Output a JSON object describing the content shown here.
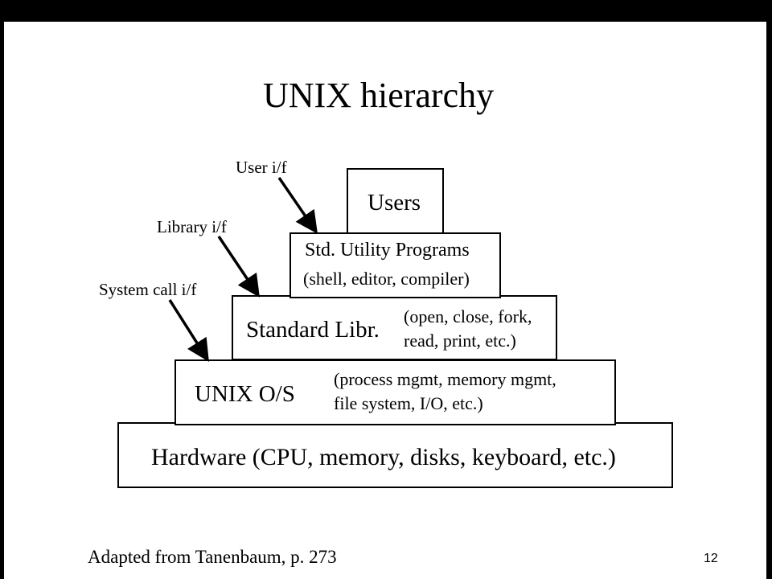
{
  "slide": {
    "title": "UNIX hierarchy",
    "interfaces": {
      "user": "User i/f",
      "library": "Library i/f",
      "system_call": "System call i/f"
    },
    "layers": {
      "users": {
        "name": "Users"
      },
      "std_utility": {
        "name": "Std. Utility Programs",
        "desc": "(shell, editor, compiler)"
      },
      "standard_lib": {
        "name": "Standard Libr.",
        "desc_line1": "(open, close, fork,",
        "desc_line2": "read, print, etc.)"
      },
      "unix_os": {
        "name": "UNIX O/S",
        "desc_line1": "(process mgmt, memory mgmt,",
        "desc_line2": "file system, I/O, etc.)"
      },
      "hardware": {
        "name": "Hardware (CPU, memory, disks, keyboard, etc.)"
      }
    },
    "credit": "Adapted from Tanenbaum, p. 273",
    "page_number": "12"
  }
}
